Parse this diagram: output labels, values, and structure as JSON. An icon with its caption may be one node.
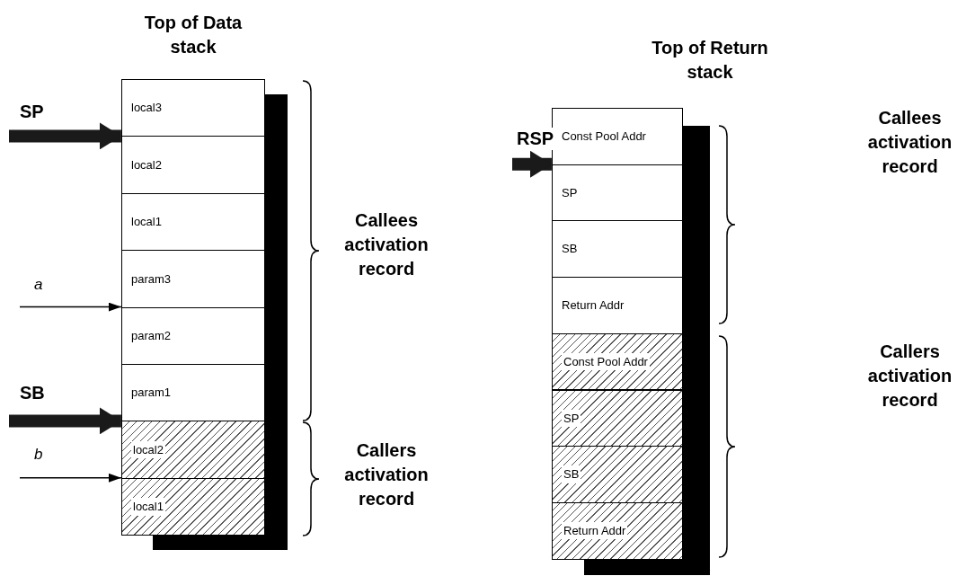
{
  "diagram": {
    "nodes": [
      {
        "text": [
          "local3"
        ]
      },
      {
        "text": [
          "local2"
        ]
      },
      {
        "text": [
          "local1"
        ]
      },
      {
        "text": [
          "param3"
        ]
      },
      {
        "text": [
          "param2"
        ]
      },
      {
        "text": [
          "param1"
        ]
      },
      {
        "text": [
          "local2"
        ]
      },
      {
        "text": [
          "local1"
        ]
      },
      {
        "text": [
          "Const Pool Addr"
        ]
      },
      {
        "text": [
          "SP"
        ]
      },
      {
        "text": [
          "SB"
        ]
      },
      {
        "text": [
          "Return Addr"
        ]
      },
      {
        "text": [
          "Const Pool Addr"
        ]
      },
      {
        "text": [
          "SP"
        ]
      },
      {
        "text": [
          "SB"
        ]
      },
      {
        "text": [
          "Return Addr"
        ]
      }
    ],
    "edges": [
      {
        "from": null,
        "to": 1,
        "arrow": "to",
        "label": "SP"
      },
      {
        "from": null,
        "to": 4,
        "arrow": "to",
        "label": "a"
      },
      {
        "from": null,
        "to": 6,
        "arrow": "to",
        "label": "SB"
      },
      {
        "from": null,
        "to": 7,
        "arrow": "to",
        "label": "b"
      },
      {
        "from": null,
        "to": 9,
        "arrow": "to",
        "label": "RSP"
      }
    ],
    "labels": [
      "Top of Data stack",
      "Top of Return stack",
      "Callees activation record",
      "Callees activation record",
      "Callers activation record",
      "Callers activation record"
    ]
  }
}
